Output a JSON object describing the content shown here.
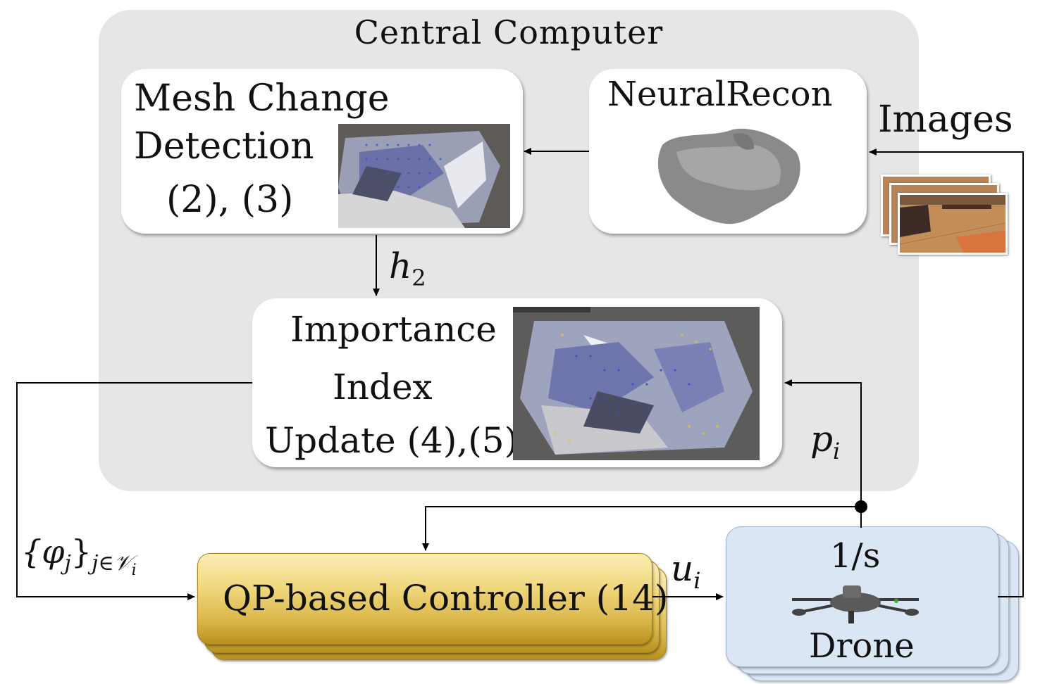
{
  "central": {
    "title": "Central Computer"
  },
  "mesh": {
    "line1": "Mesh Change",
    "line2": "Detection",
    "line3": "(2), (3)"
  },
  "neural": {
    "title": "NeuralRecon"
  },
  "importance": {
    "line1": "Importance",
    "line2": "Index",
    "line3": "Update (4),(5)"
  },
  "controller": {
    "label": "QP-based Controller (14)"
  },
  "drone": {
    "top_label": "1/s",
    "bottom_label": "Drone"
  },
  "signals": {
    "images": "Images",
    "h": "h",
    "h_sub": "2",
    "p": "p",
    "p_sub": "i",
    "u": "u",
    "u_sub": "i",
    "phi": "{φ",
    "phi_sub_j": "j",
    "phi_close": "}",
    "phi_set_sub": "j∈𝒱",
    "phi_set_subsub": "i"
  },
  "colors": {
    "panel": "#e6e6e6",
    "controller_gold": "#e2c25a",
    "drone_blue": "#dae6f3",
    "wire": "#000000"
  }
}
